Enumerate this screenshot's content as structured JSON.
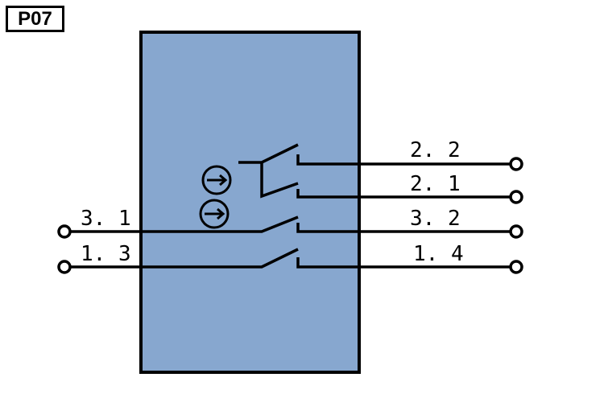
{
  "label": "P07",
  "colors": {
    "housing": "#87a7cf",
    "line": "#000000"
  },
  "contact_symbol_icons": [
    "arrow-right-circle-icon",
    "arrow-right-circle-icon"
  ],
  "terminals": {
    "t22": "2. 2",
    "t21": "2. 1",
    "t31": "3. 1",
    "t32": "3. 2",
    "t13": "1. 3",
    "t14": "1. 4"
  }
}
